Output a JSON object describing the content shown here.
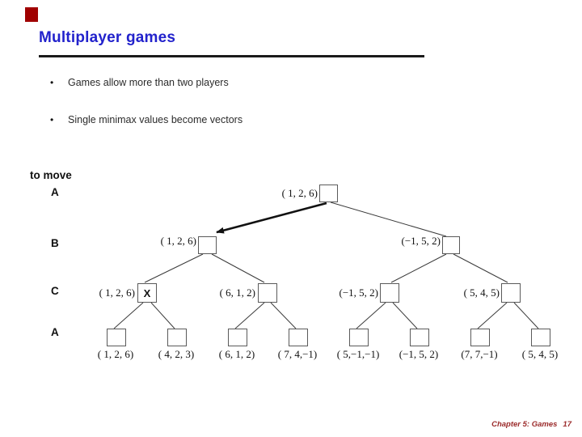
{
  "slide": {
    "title": "Multiplayer games",
    "bullets": [
      "Games allow more than two players",
      "Single minimax values become vectors"
    ],
    "bullet_glyph": "•",
    "footer_label": "Chapter 5: Games",
    "footer_page": "17",
    "colors": {
      "title_blue": "#2222cc",
      "corner_red": "#a00000",
      "footer_red": "#9b2b2b",
      "rule_black": "#1a1a1a"
    }
  },
  "tree": {
    "to_move_label": "to move",
    "levels": [
      "A",
      "B",
      "C",
      "A"
    ],
    "root": {
      "label": "( 1, 2, 6)"
    },
    "b_nodes": [
      {
        "label": "( 1, 2, 6)"
      },
      {
        "label": "(−1, 5, 2)"
      }
    ],
    "c_nodes": [
      {
        "label": "( 1, 2, 6)",
        "mark": "X"
      },
      {
        "label": "( 6, 1, 2)",
        "mark": ""
      },
      {
        "label": "(−1, 5, 2)",
        "mark": ""
      },
      {
        "label": "( 5, 4, 5)",
        "mark": ""
      }
    ],
    "leaves": [
      {
        "label": "( 1, 2, 6)"
      },
      {
        "label": "( 4, 2, 3)"
      },
      {
        "label": "( 6, 1, 2)"
      },
      {
        "label": "( 7, 4,−1)"
      },
      {
        "label": "( 5,−1,−1)"
      },
      {
        "label": "(−1, 5, 2)"
      },
      {
        "label": "(7, 7,−1)"
      },
      {
        "label": "( 5, 4, 5)"
      }
    ]
  }
}
